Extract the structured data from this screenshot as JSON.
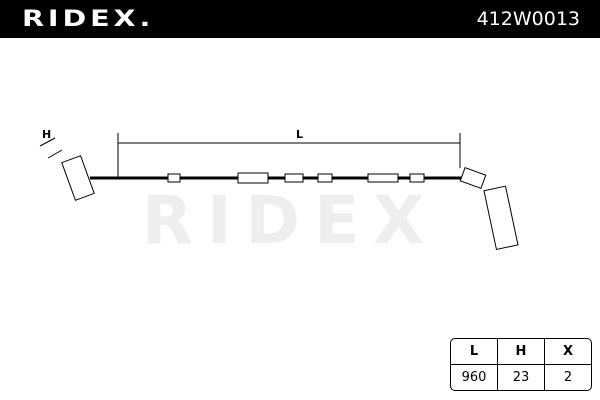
{
  "header": {
    "brand": "RIDEX.",
    "part_number": "412W0013"
  },
  "drawing": {
    "label_L": "L",
    "label_H": "H",
    "watermark": "RIDEX"
  },
  "spec_table": {
    "headers": [
      "L",
      "H",
      "X"
    ],
    "values": [
      "960",
      "23",
      "2"
    ]
  }
}
